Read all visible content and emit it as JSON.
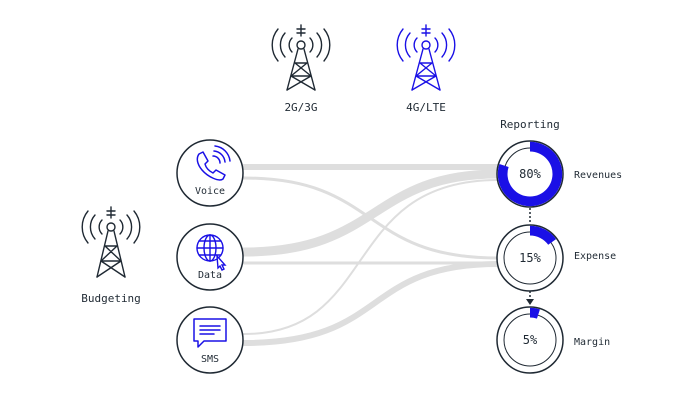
{
  "colors": {
    "accent": "#1a10e6",
    "dark": "#1f2933",
    "flow": "#dedede",
    "ring_track": "#ffffff"
  },
  "towers": {
    "t2g": {
      "label": "2G/3G",
      "icon": "cell-tower-icon"
    },
    "t4g": {
      "label": "4G/LTE",
      "icon": "cell-tower-icon"
    },
    "budget": {
      "label": "Budgeting",
      "icon": "cell-tower-icon"
    }
  },
  "reporting_label": "Reporting",
  "sources": {
    "voice": {
      "label": "Voice",
      "icon": "phone-icon"
    },
    "data": {
      "label": "Data",
      "icon": "globe-icon"
    },
    "sms": {
      "label": "SMS",
      "icon": "message-icon"
    }
  },
  "metrics": {
    "revenues": {
      "label": "Revenues",
      "value_text": "80%",
      "fraction": 0.8
    },
    "expense": {
      "label": "Expense",
      "value_text": "15%",
      "fraction": 0.15
    },
    "margin": {
      "label": "Margin",
      "value_text": "5%",
      "fraction": 0.05
    }
  }
}
